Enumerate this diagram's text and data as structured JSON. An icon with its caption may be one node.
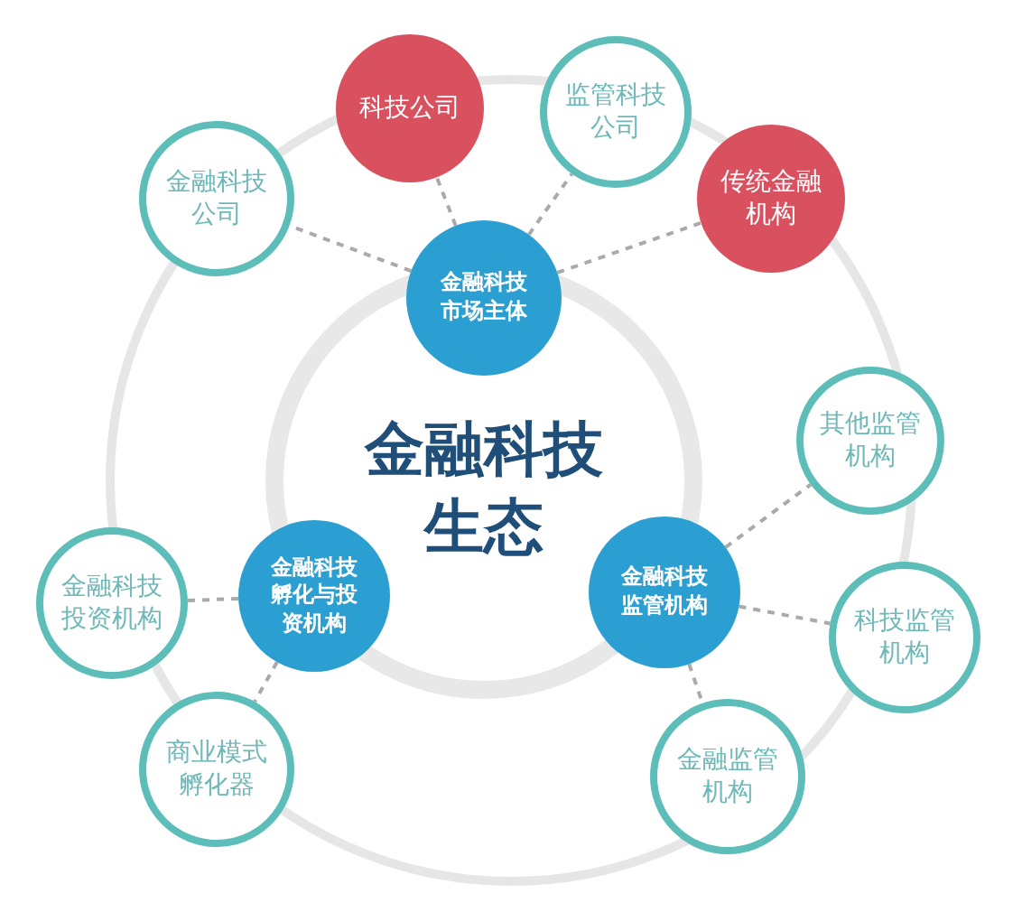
{
  "diagram": {
    "title": "金融科技生态",
    "nodes": [
      {
        "text": [
          "金融科技市场主体"
        ]
      },
      {
        "text": [
          "金融科技公司"
        ]
      },
      {
        "text": [
          "科技公司"
        ]
      },
      {
        "text": [
          "监管科技公司"
        ]
      },
      {
        "text": [
          "传统金融机构"
        ]
      },
      {
        "text": [
          "金融科技孵化与投资机构"
        ]
      },
      {
        "text": [
          "金融科技投资机构"
        ]
      },
      {
        "text": [
          "商业模式孵化器"
        ]
      },
      {
        "text": [
          "金融科技监管机构"
        ]
      },
      {
        "text": [
          "其他监管机构"
        ]
      },
      {
        "text": [
          "科技监管机构"
        ]
      },
      {
        "text": [
          "金融监管机构"
        ]
      }
    ],
    "edges": [
      {
        "from": 0,
        "to": 1,
        "arrow": "none",
        "style": "dashed"
      },
      {
        "from": 0,
        "to": 2,
        "arrow": "none",
        "style": "dashed"
      },
      {
        "from": 0,
        "to": 3,
        "arrow": "none",
        "style": "dashed"
      },
      {
        "from": 0,
        "to": 4,
        "arrow": "none",
        "style": "dashed"
      },
      {
        "from": 5,
        "to": 6,
        "arrow": "none",
        "style": "dashed"
      },
      {
        "from": 5,
        "to": 7,
        "arrow": "none",
        "style": "dashed"
      },
      {
        "from": 8,
        "to": 9,
        "arrow": "none",
        "style": "dashed"
      },
      {
        "from": 8,
        "to": 10,
        "arrow": "none",
        "style": "dashed"
      },
      {
        "from": 8,
        "to": 11,
        "arrow": "none",
        "style": "dashed"
      }
    ]
  }
}
